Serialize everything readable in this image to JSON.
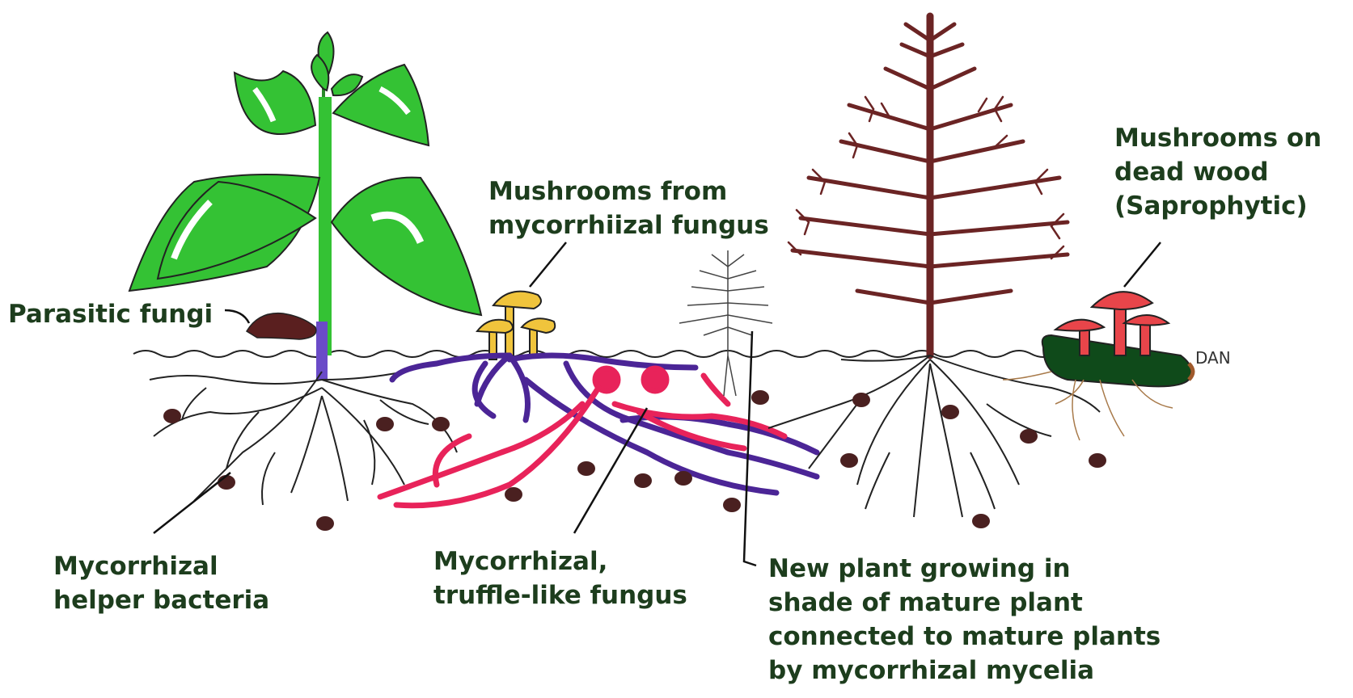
{
  "labels": {
    "parasitic_fungi": "Parasitic fungi",
    "mushrooms_mycorrhizal": [
      "Mushrooms from",
      "mycorrhiizal fungus"
    ],
    "mushrooms_dead_wood": [
      "Mushrooms on",
      "dead wood",
      "(Saprophytic)"
    ],
    "helper_bacteria": [
      "Mycorrhizal",
      "helper bacteria"
    ],
    "truffle_fungus": [
      "Mycorrhizal,",
      "truffle-like fungus"
    ],
    "new_plant": [
      "New plant growing in",
      "shade of mature plant",
      "connected to mature plants",
      "by mycorrhizal mycelia"
    ]
  },
  "signature": "DAN",
  "colors": {
    "label_text": "#1d3d1d",
    "leaf_green": "#34c234",
    "tree_brown": "#6b2424",
    "mycelia_purple": "#4b2596",
    "mycelia_pink": "#e8235a",
    "mushroom_yellow": "#f0c43c",
    "mushroom_red": "#e8454a",
    "dead_wood": "#0f4a1a",
    "root_black": "#222222",
    "bacteria_brown": "#4a2020"
  },
  "icons": [
    "bean-plant-icon",
    "conifer-tree-icon",
    "seedling-icon",
    "yellow-mushroom-cluster-icon",
    "red-mushroom-cluster-icon",
    "dead-log-icon"
  ]
}
